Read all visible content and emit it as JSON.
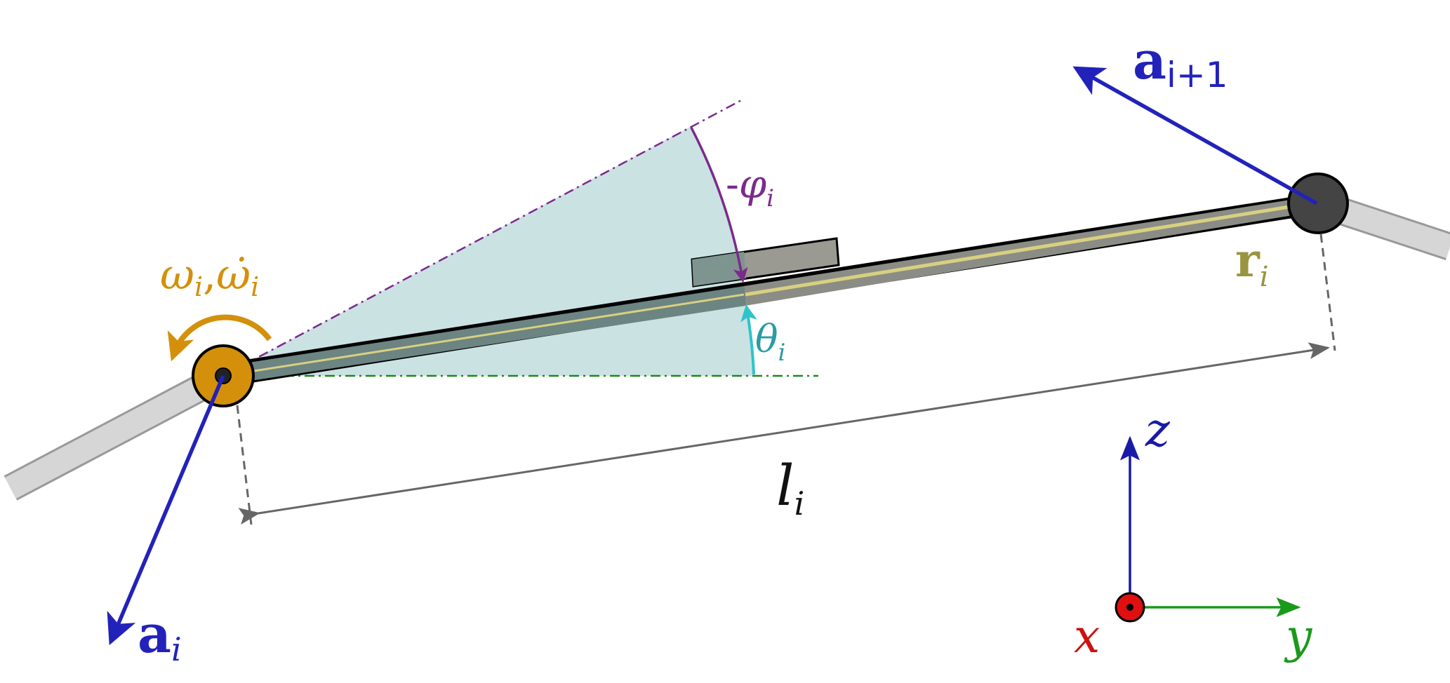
{
  "labels": {
    "omega": "ω",
    "omega_sub": "i",
    "comma": ",",
    "omega_dot": "ω̇",
    "omega_dot_sub": "i",
    "phi_sign": "-",
    "phi": "φ",
    "phi_sub": "i",
    "theta": "θ",
    "theta_sub": "i",
    "r": "r",
    "r_sub": "i",
    "a_next": "a",
    "a_next_sub": "i+1",
    "a_i": "a",
    "a_i_sub": "i",
    "l": "l",
    "l_sub": "i",
    "axis_z": "z",
    "axis_y": "y",
    "axis_x": "x"
  },
  "colors": {
    "omega": "#d4900a",
    "phi": "#7b2a8c",
    "theta": "#2a9aa6",
    "r": "#9a9440",
    "a_vectors": "#2222bb",
    "dimension": "#111111",
    "axis_z": "#1a1aa8",
    "axis_y": "#1a9a1a",
    "axis_x": "#cc1111",
    "sector_fill": "#c8e0e2",
    "link_dark": "#6c8482",
    "link_light": "#8c8c86",
    "segment": "#d6d6d6"
  }
}
